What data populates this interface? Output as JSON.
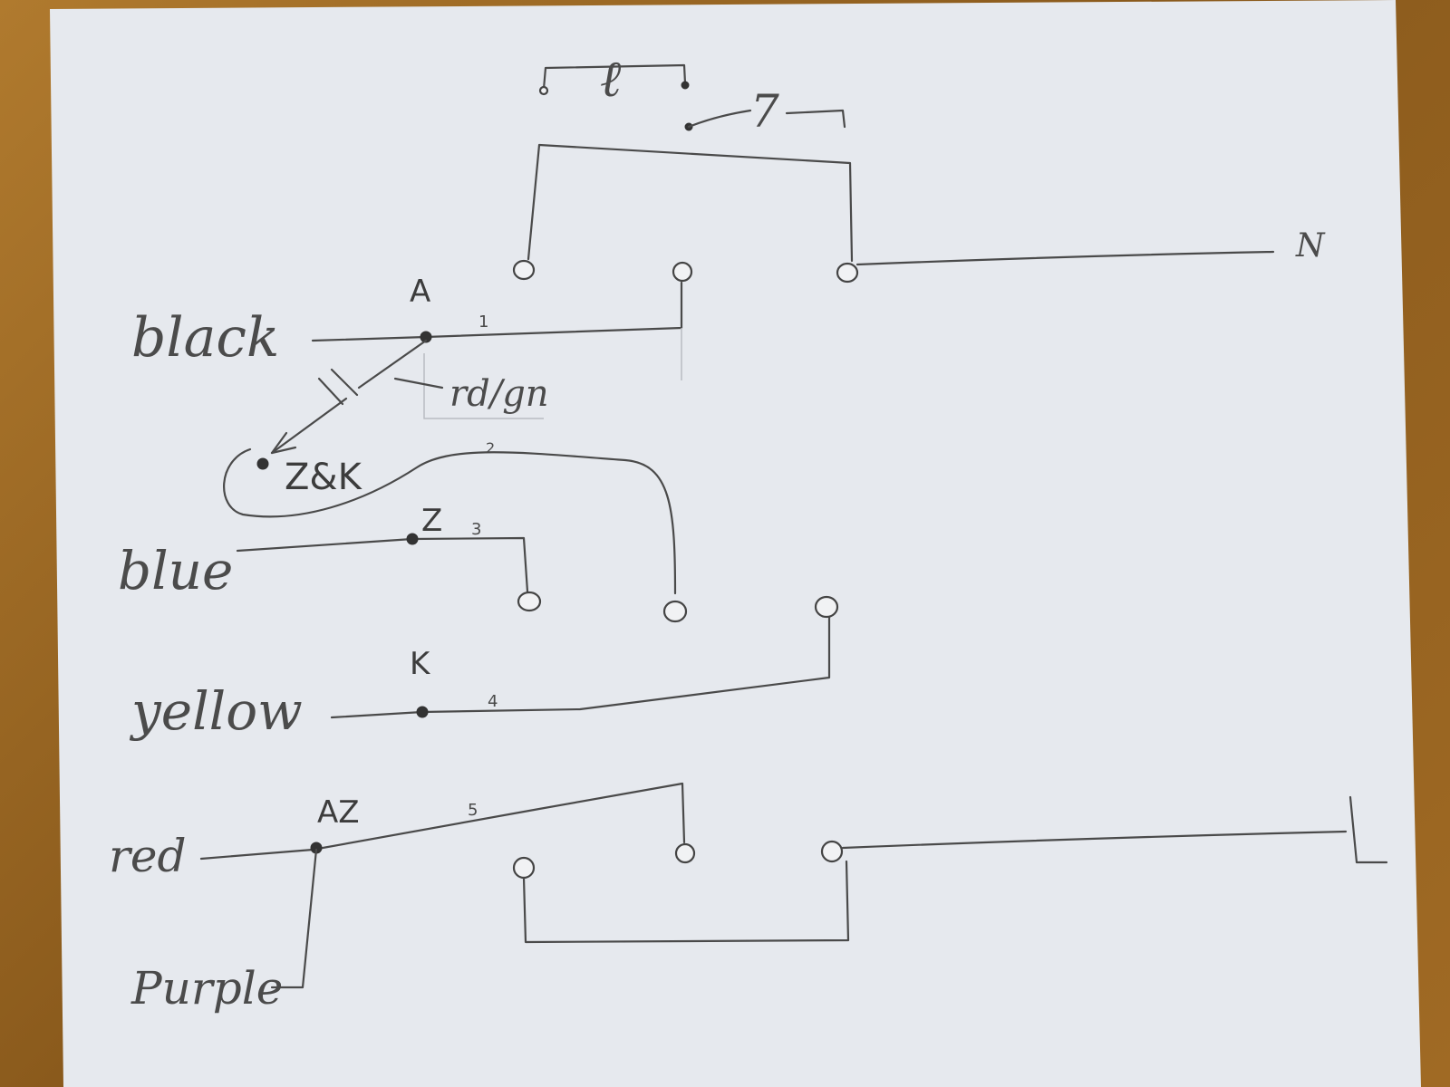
{
  "wire_colors": {
    "black": "black",
    "blue": "blue",
    "yellow": "yellow",
    "red": "red",
    "purple": "Purple",
    "capacitor_label": "rd/gn",
    "loop_label": "Z&K"
  },
  "nodes": {
    "A": "A",
    "Z": "Z",
    "K": "K",
    "AZ": "AZ"
  },
  "wire_numbers": [
    "1",
    "2",
    "3",
    "4",
    "5"
  ],
  "power": {
    "neutral": "N",
    "live": "L"
  },
  "top_symbols": {
    "one": "ℓ",
    "two": "7"
  },
  "colors": {
    "paper": "#e6e9ee",
    "ink": "#4a4a4a",
    "table": "#9a6522"
  }
}
